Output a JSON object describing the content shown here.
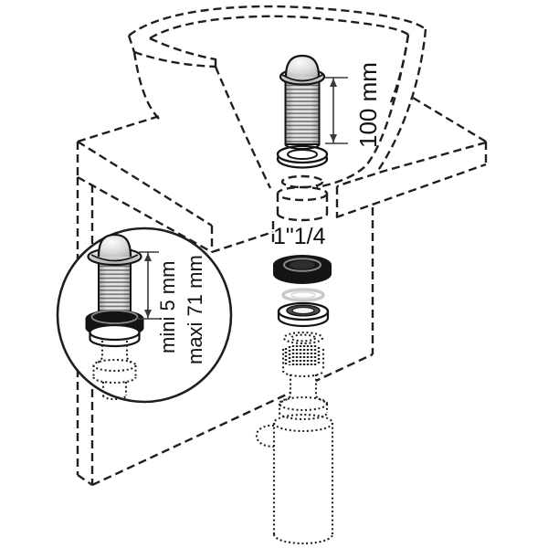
{
  "figure": {
    "background": "#ffffff",
    "line_color": "#1f1f1f",
    "metal_light": "#f2f2f2",
    "metal_dark": "#b7b7b7",
    "rubber_color": "#141414",
    "labels": {
      "drain_height": "100 mm",
      "pipe_diameter": "1\"1/4",
      "counter_thickness_min": "mini 5 mm",
      "counter_thickness_max": "maxi 71 mm"
    },
    "parts": [
      "vessel-basin",
      "countertop",
      "pop-up-drain",
      "sealing-washer",
      "drain-hole",
      "rubber-gasket",
      "friction-washer",
      "locknut",
      "serrated-ring",
      "trap-inlet-nut",
      "bottle-trap",
      "mounting-detail-magnifier"
    ]
  }
}
